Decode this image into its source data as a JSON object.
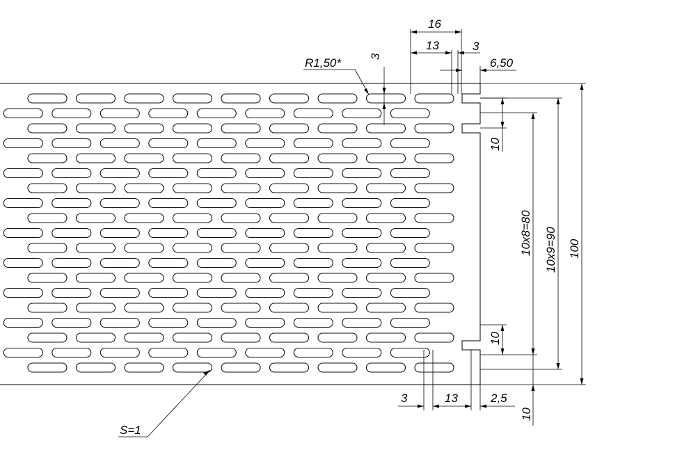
{
  "drawing": {
    "labels": {
      "pitch_overall": "16",
      "slot_length_top": "13",
      "gap_top": "3",
      "edge_offset": "6,50",
      "slot_radius": "R1,50*",
      "slot_width": "3",
      "row_pitch_top": "10",
      "span_80": "10x8=80",
      "span_90": "10x9=90",
      "overall_height": "100",
      "row_pitch_bottom": "10",
      "gap_bottom": "3",
      "slot_length_bottom": "13",
      "edge_bottom": "2,5",
      "bottom_pitch": "10",
      "thickness": "S=1"
    }
  }
}
